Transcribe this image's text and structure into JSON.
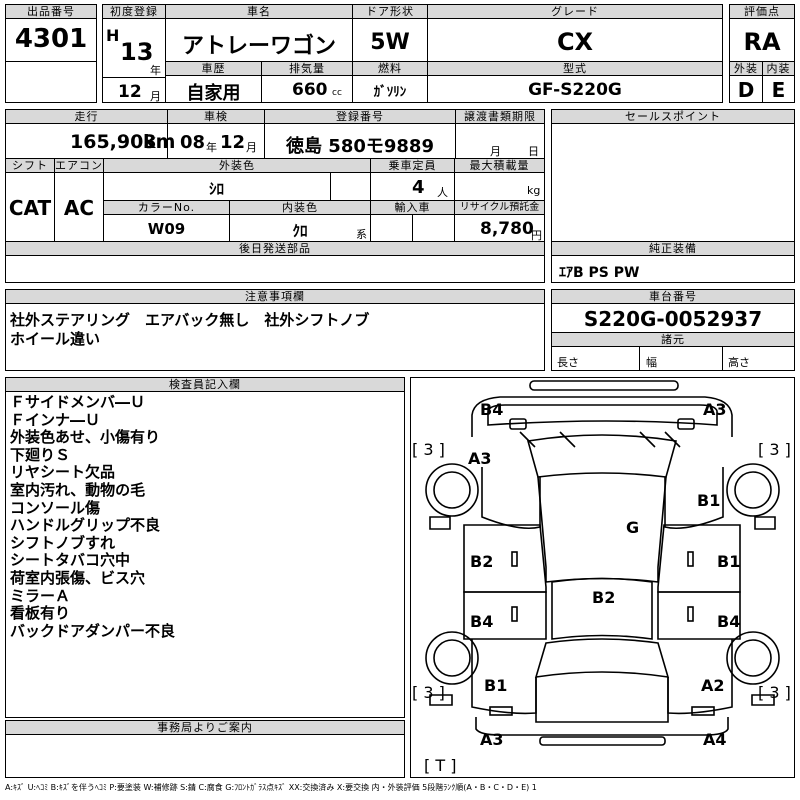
{
  "header": {
    "lot_number_label": "出品番号",
    "lot_number": "4301",
    "first_reg_label": "初度登録",
    "era_letter": "H",
    "first_reg_year": "13",
    "year_unit": "年",
    "first_reg_month": "12",
    "month_unit": "月",
    "car_name_label": "車名",
    "car_name": "アトレーワゴン",
    "door_label": "ドア形状",
    "door": "5W",
    "grade_label": "グレード",
    "grade": "CX",
    "score_label": "評価点",
    "score": "RA",
    "history_label": "車歴",
    "history": "自家用",
    "displacement_label": "排気量",
    "displacement": "660",
    "displacement_unit": "cc",
    "fuel_label": "燃料",
    "fuel": "ｶﾞｿﾘﾝ",
    "model_label": "型式",
    "model": "GF-S220G",
    "exterior_label": "外装",
    "exterior": "D",
    "interior_label": "内装",
    "interior": "E"
  },
  "row2": {
    "mileage_label": "走行",
    "mileage": "165,903",
    "mileage_unit": "km",
    "inspection_label": "車検",
    "inspection_year": "08",
    "inspection_year_unit": "年",
    "inspection_month": "12",
    "inspection_month_unit": "月",
    "plate_label": "登録番号",
    "plate": "徳島 580モ9889",
    "transfer_label": "譲渡書類期限",
    "transfer_month": "月",
    "transfer_day": "日",
    "sales_label": "セールスポイント"
  },
  "row3": {
    "shift_label": "シフト",
    "shift": "CAT",
    "ac_label": "エアコン",
    "ac": "AC",
    "ext_color_label": "外装色",
    "ext_color": "ｼﾛ",
    "capacity_label": "乗車定員",
    "capacity": "4",
    "capacity_unit": "人",
    "max_load_label": "最大積載量",
    "max_load_unit": "kg",
    "color_no_label": "カラーNo.",
    "color_no": "W09",
    "int_color_label": "内装色",
    "int_color": "ｸﾛ",
    "int_color_unit": "系",
    "import_label": "輸入車",
    "recycle_label": "リサイクル預託金",
    "recycle": "8,780",
    "recycle_unit": "円",
    "later_parts_label": "後日発送部品",
    "equipment_label": "純正装備",
    "equipment": "ｴｱB PS PW"
  },
  "notices": {
    "label": "注意事項欄",
    "line1": "社外ステアリング　エアバック無し　社外シフトノブ",
    "line2": "ホイール違い"
  },
  "chassis": {
    "label": "車台番号",
    "number": "S220G-0052937",
    "spec_label": "諸元",
    "length_label": "長さ",
    "width_label": "幅",
    "height_label": "高さ"
  },
  "inspector": {
    "label": "検査員記入欄",
    "notes": [
      "Ｆサイドメンバ―Ｕ",
      "Ｆインナ―Ｕ",
      "外装色あせ、小傷有り",
      "下廻りＳ",
      "リヤシート欠品",
      "室内汚れ、動物の毛",
      "コンソール傷",
      "ハンドルグリップ不良",
      "シフトノブすれ",
      "シートタバコ穴中",
      "荷室内張傷、ビス穴",
      "ミラーＡ",
      "看板有り",
      "バックドアダンパー不良"
    ]
  },
  "office": {
    "label": "事務局よりご案内"
  },
  "diagram": {
    "front_left": "B4",
    "front_right": "A3",
    "left_bracket_top": "[ 3 ]",
    "right_bracket_top": "[ 3 ]",
    "left_front_side": "A3",
    "right_front_side": "B1",
    "roof": "G",
    "left_mid_door": "B2",
    "right_mid_door": "B1",
    "center": "B2",
    "left_rear_door": "B4",
    "right_rear_door": "B4",
    "left_bracket_bottom": "[ 3 ]",
    "right_bracket_bottom": "[ 3 ]",
    "left_rear_side": "B1",
    "right_rear_side": "A2",
    "rear_left": "A3",
    "rear_right": "A4",
    "tail_bracket": "[ T ]"
  },
  "legend": "A:ｷｽﾞ U:ﾍｺﾐ B:ｷｽﾞを伴うﾍｺﾐ P:要塗装 W:補修跡 S:錆 C:腐食 G:ﾌﾛﾝﾄｶﾞﾗｽ点ｷｽﾞ XX:交換済み X:要交換 内・外装評価 5段階ﾗﾝｸ順(A・B・C・D・E) 1"
}
